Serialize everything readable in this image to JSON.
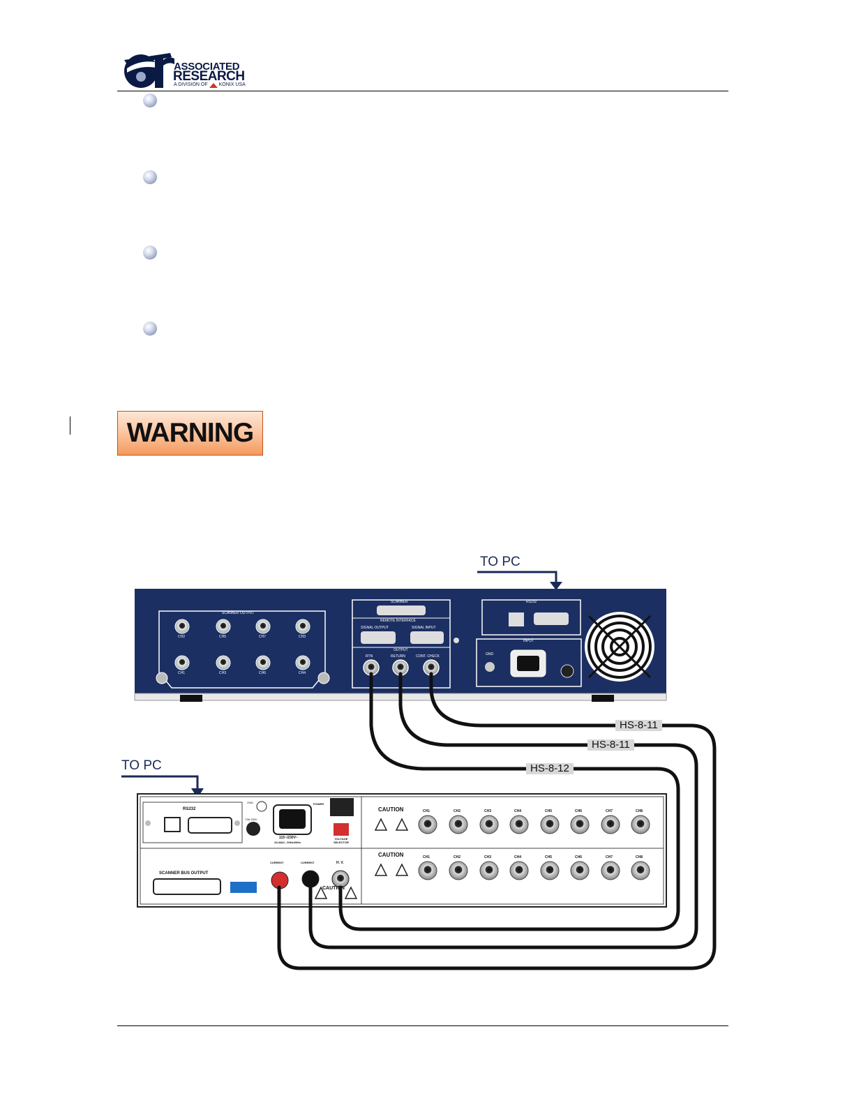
{
  "header": {
    "logo_name_line1": "ASSOCIATED",
    "logo_name_line2": "RESEARCH",
    "logo_sub_prefix": "A DIVISION OF",
    "logo_sub_brand": "KONIX USA"
  },
  "warning_label": "WARNING",
  "diagram": {
    "to_pc_top": "TO PC",
    "to_pc_bottom": "TO PC",
    "cables": [
      "HS-8-11",
      "HS-8-11",
      "HS-8-12"
    ],
    "top_unit": {
      "scanner_output": "SCANNER OUTPUT",
      "channels_top": [
        "CH2",
        "CH5",
        "CH7",
        "CH3"
      ],
      "channels_bottom": [
        "CH1",
        "CH3",
        "CH6",
        "CH4"
      ],
      "scanner": "SCANNER",
      "remote_interface": "REMOTE INTERFACE",
      "signal_output": "SIGNAL OUTPUT",
      "signal_input": "SIGNAL INPUT",
      "output": "OUTPUT",
      "rtn": "RTN",
      "return": "RETURN",
      "cont_check": "CONT. CHECK",
      "rs232": "RS232",
      "input": "INPUT",
      "gnd": "GND"
    },
    "bottom_unit": {
      "rs232": "RS232",
      "gnd": "GND",
      "fuse": "T3A 250V",
      "rating_line1": "115~/230V~",
      "rating_line2": "2A MAX., 50Hz/60Hz",
      "power": "POWER",
      "voltage_selector": "VOLTAGE SELECTOR",
      "scanner_bus_output": "SCANNER BUS OUTPUT",
      "current_red": "CURRENT",
      "current_black": "CURRENT",
      "hv": "H. V.",
      "caution": "CAUTION",
      "channels": [
        "CH1",
        "CH2",
        "CH3",
        "CH4",
        "CH5",
        "CH6",
        "CH7",
        "CH8"
      ]
    }
  }
}
